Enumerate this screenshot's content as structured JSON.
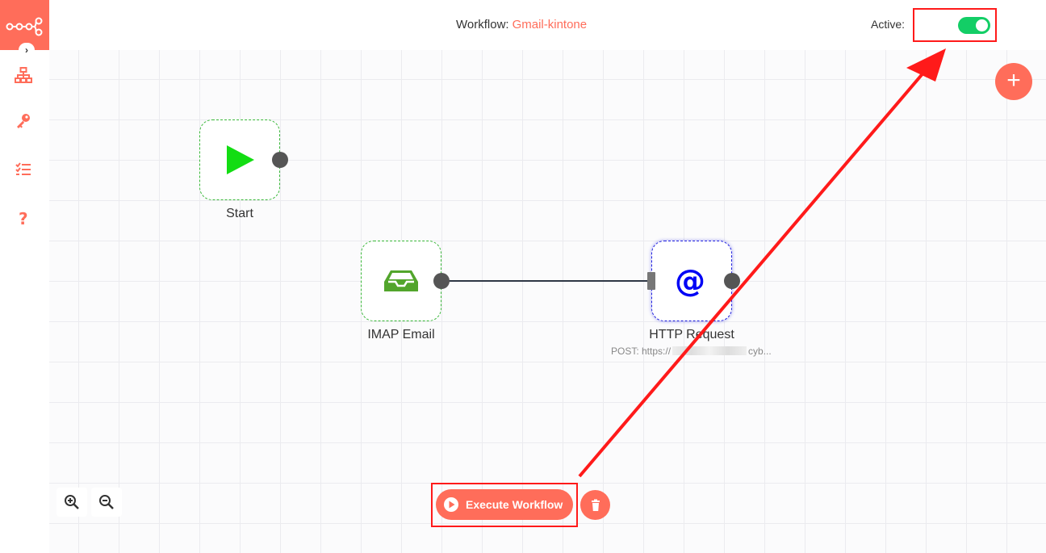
{
  "header": {
    "workflow_label": "Workflow:",
    "workflow_name": "Gmail-kintone",
    "active_label": "Active:",
    "active_state": true
  },
  "sidebar": {
    "items": [
      {
        "name": "workflows",
        "icon": "network-icon"
      },
      {
        "name": "credentials",
        "icon": "key-icon"
      },
      {
        "name": "executions",
        "icon": "tasks-icon"
      },
      {
        "name": "help",
        "icon": "question-icon"
      }
    ]
  },
  "nodes": {
    "start": {
      "label": "Start",
      "icon": "play-icon"
    },
    "imap": {
      "label": "IMAP Email",
      "icon": "inbox-icon"
    },
    "http": {
      "label": "HTTP Request",
      "sublabel": "POST: https://",
      "sublabel_end": "cyb...",
      "icon": "at-icon"
    }
  },
  "footer": {
    "execute_label": "Execute Workflow"
  },
  "colors": {
    "brand": "#ff6d5a",
    "toggle_active": "#13ce66",
    "annotation": "#ff1a1a",
    "play_green": "#13dd13",
    "inbox_green": "#52a52c",
    "http_blue": "#0004f5"
  }
}
